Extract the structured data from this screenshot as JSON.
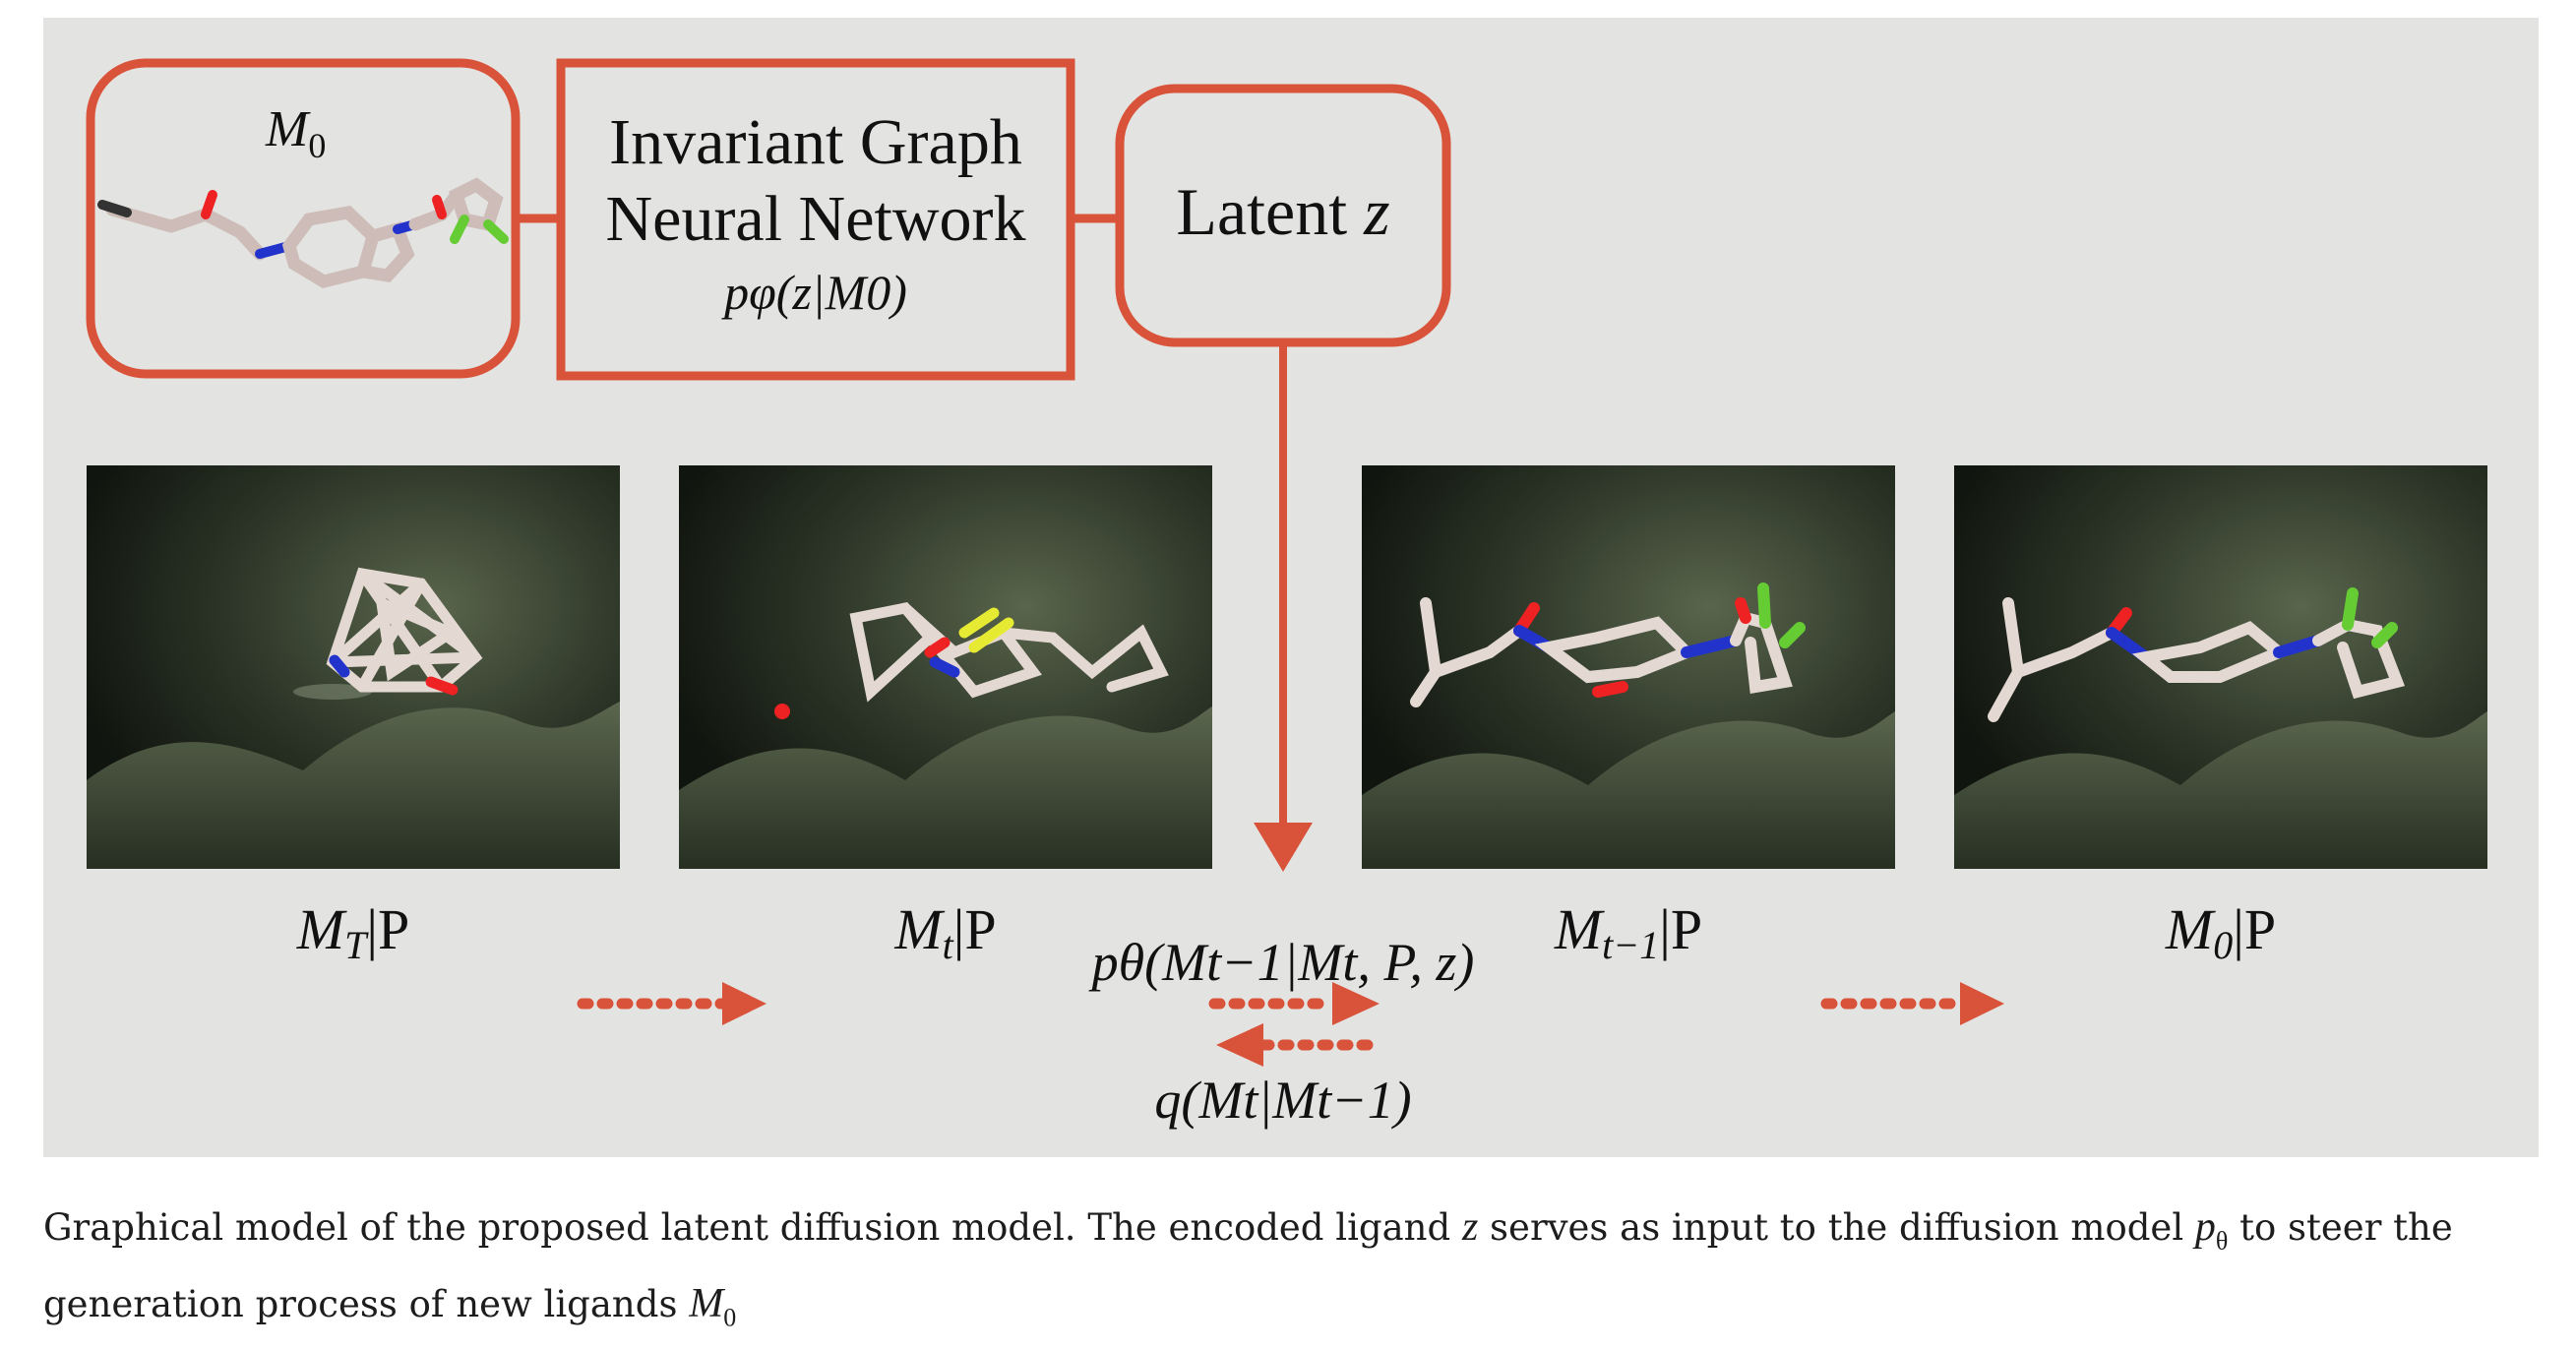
{
  "figure": {
    "encoder_box": {
      "molecule_label": "M",
      "molecule_label_sub": "0"
    },
    "gnn_box": {
      "line1": "Invariant Graph",
      "line2": "Neural Network",
      "formula": "pφ(z|M0)"
    },
    "latent_box": {
      "text": "Latent ",
      "var": "z"
    },
    "panels": [
      {
        "label": "M",
        "sub": "T",
        "rest": "|P"
      },
      {
        "label": "M",
        "sub": "t",
        "rest": "|P"
      },
      {
        "label": "M",
        "sub": "t−1",
        "rest": "|P"
      },
      {
        "label": "M",
        "sub": "0",
        "rest": "|P"
      }
    ],
    "reverse_process_label": "pθ(Mt−1|Mt, P, z)",
    "forward_process_label": "q(Mt|Mt−1)",
    "colors": {
      "accent": "#d9533b",
      "background": "#e3e4e1",
      "pocket_dark": "#1c2219",
      "pocket_surface": "#4f5a45"
    }
  },
  "caption": {
    "text_before_z": "Graphical model of the proposed latent diffusion model. The encoded ligand ",
    "z": "z",
    "text_before_p": " serves as input to the diffusion model ",
    "p": "p",
    "p_sub": "θ",
    "text_after_p": " to steer the generation process of new ligands ",
    "m": "M",
    "m_sub": "0"
  }
}
